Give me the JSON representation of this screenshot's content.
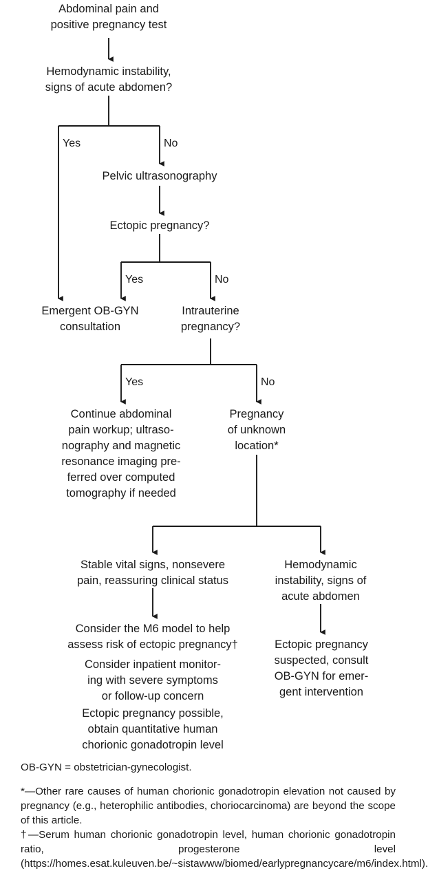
{
  "diagram": {
    "type": "clinical-decision-flowchart",
    "nodes": [
      {
        "id": "start",
        "text": "Abdominal pain and\npositive pregnancy test"
      },
      {
        "id": "hemodynamic-q",
        "text": "Hemodynamic instability,\nsigns of acute abdomen?"
      },
      {
        "id": "pelvic-us",
        "text": "Pelvic ultrasonography"
      },
      {
        "id": "ectopic-q",
        "text": "Ectopic pregnancy?"
      },
      {
        "id": "emergent-obgyn",
        "text": "Emergent OB-GYN\nconsultation"
      },
      {
        "id": "intrauterine-q",
        "text": "Intrauterine\npregnancy?"
      },
      {
        "id": "continue-workup",
        "text": "Continue abdominal\npain workup; ultraso-\nnography and magnetic\nresonance imaging pre-\nferred over computed\ntomography if needed"
      },
      {
        "id": "pul",
        "text": "Pregnancy\nof unknown\nlocation*"
      },
      {
        "id": "stable-vitals",
        "text": "Stable vital signs, nonsevere\npain, reassuring clinical status"
      },
      {
        "id": "hemodynamic-inst",
        "text": "Hemodynamic\ninstability, signs of\nacute abdomen"
      },
      {
        "id": "m6-model",
        "text": "Consider the M6 model to help\nassess risk of ectopic pregnancy†"
      },
      {
        "id": "inpatient-monitor",
        "text": "Consider inpatient monitor-\ning with severe symptoms\nor follow-up concern"
      },
      {
        "id": "obtain-hcg",
        "text": "Ectopic pregnancy possible,\nobtain quantitative human\nchorionic gonadotropin level"
      },
      {
        "id": "ectopic-suspected",
        "text": "Ectopic pregnancy\nsuspected, consult\nOB-GYN for emer-\ngent intervention"
      }
    ],
    "edge_labels": [
      {
        "id": "hemo-yes",
        "text": "Yes"
      },
      {
        "id": "hemo-no",
        "text": "No"
      },
      {
        "id": "ectopic-yes",
        "text": "Yes"
      },
      {
        "id": "ectopic-no",
        "text": "No"
      },
      {
        "id": "iup-yes",
        "text": "Yes"
      },
      {
        "id": "iup-no",
        "text": "No"
      }
    ]
  },
  "footnotes": {
    "abbreviation": "OB-GYN = obstetrician-gynecologist.",
    "star": "*—Other rare causes of human chorionic gonadotropin elevation not caused by pregnancy (e.g., heterophilic antibodies, choriocarcinoma) are beyond the scope of this article.",
    "dagger": "†—Serum human chorionic gonadotropin level, human chorionic gonadotropin ratio, progesterone level (https://homes.esat.kuleuven.be/~sistawww/biomed/earlypregnancycare/m6/index.html)."
  },
  "colors": {
    "ink": "#1a1a1a",
    "background": "#ffffff"
  }
}
